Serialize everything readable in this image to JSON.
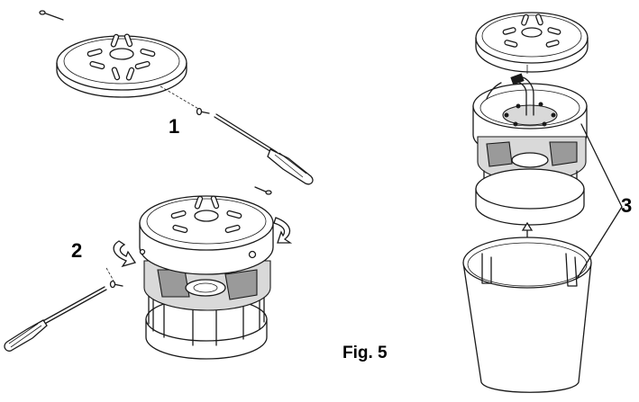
{
  "figure": {
    "caption": "Fig. 5",
    "callouts": [
      "1",
      "2",
      "3"
    ]
  }
}
